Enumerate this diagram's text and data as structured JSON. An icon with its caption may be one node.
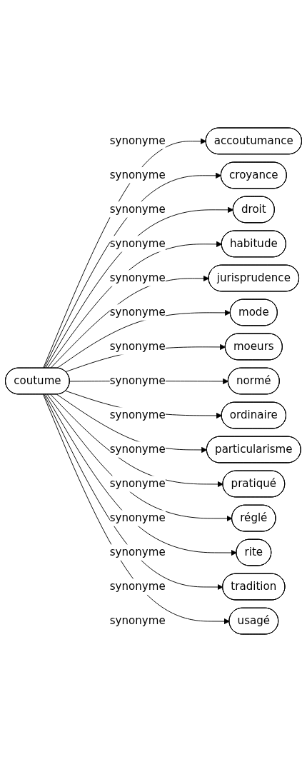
{
  "diagram": {
    "nodes": [
      {
        "text": [
          "coutume"
        ]
      },
      {
        "text": [
          "accoutumance"
        ]
      },
      {
        "text": [
          "croyance"
        ]
      },
      {
        "text": [
          "droit"
        ]
      },
      {
        "text": [
          "habitude"
        ]
      },
      {
        "text": [
          "jurisprudence"
        ]
      },
      {
        "text": [
          "mode"
        ]
      },
      {
        "text": [
          "moeurs"
        ]
      },
      {
        "text": [
          "normé"
        ]
      },
      {
        "text": [
          "ordinaire"
        ]
      },
      {
        "text": [
          "particularisme"
        ]
      },
      {
        "text": [
          "pratiqué"
        ]
      },
      {
        "text": [
          "réglé"
        ]
      },
      {
        "text": [
          "rite"
        ]
      },
      {
        "text": [
          "tradition"
        ]
      },
      {
        "text": [
          "usagé"
        ]
      }
    ],
    "edges": [
      {
        "from": 0,
        "to": 1,
        "arrow": "to",
        "label": "synonyme"
      },
      {
        "from": 0,
        "to": 2,
        "arrow": "to",
        "label": "synonyme"
      },
      {
        "from": 0,
        "to": 3,
        "arrow": "to",
        "label": "synonyme"
      },
      {
        "from": 0,
        "to": 4,
        "arrow": "to",
        "label": "synonyme"
      },
      {
        "from": 0,
        "to": 5,
        "arrow": "to",
        "label": "synonyme"
      },
      {
        "from": 0,
        "to": 6,
        "arrow": "to",
        "label": "synonyme"
      },
      {
        "from": 0,
        "to": 7,
        "arrow": "to",
        "label": "synonyme"
      },
      {
        "from": 0,
        "to": 8,
        "arrow": "to",
        "label": "synonyme"
      },
      {
        "from": 0,
        "to": 9,
        "arrow": "to",
        "label": "synonyme"
      },
      {
        "from": 0,
        "to": 10,
        "arrow": "to",
        "label": "synonyme"
      },
      {
        "from": 0,
        "to": 11,
        "arrow": "to",
        "label": "synonyme"
      },
      {
        "from": 0,
        "to": 12,
        "arrow": "to",
        "label": "synonyme"
      },
      {
        "from": 0,
        "to": 13,
        "arrow": "to",
        "label": "synonyme"
      },
      {
        "from": 0,
        "to": 14,
        "arrow": "to",
        "label": "synonyme"
      },
      {
        "from": 0,
        "to": 15,
        "arrow": "to",
        "label": "synonyme"
      }
    ]
  }
}
